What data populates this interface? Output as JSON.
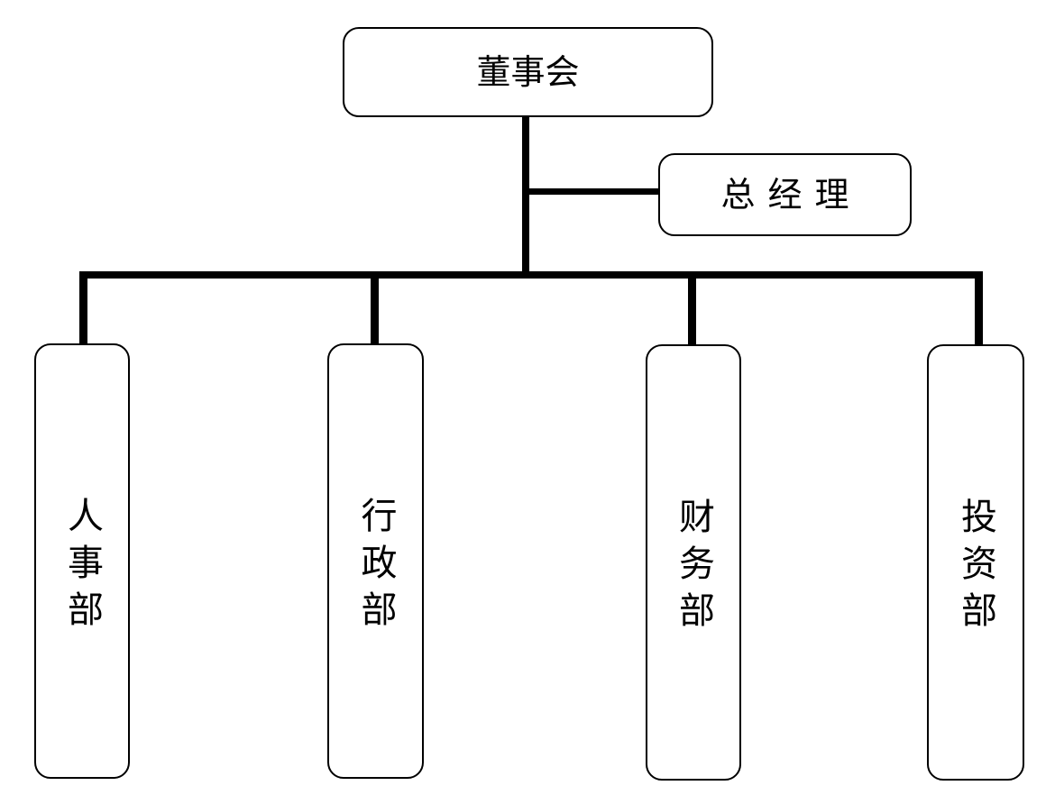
{
  "org_chart": {
    "board": {
      "label": "董事会"
    },
    "general_manager": {
      "label": "总经理"
    },
    "departments": [
      {
        "label": "人事部"
      },
      {
        "label": "行政部"
      },
      {
        "label": "财务部"
      },
      {
        "label": "投资部"
      }
    ]
  }
}
